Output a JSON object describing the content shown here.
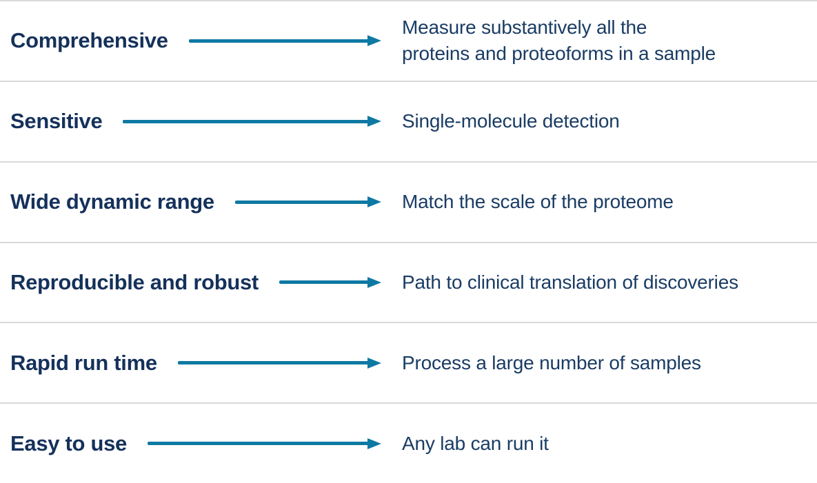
{
  "colors": {
    "label": "#15315B",
    "description": "#1A3C64",
    "arrow": "#0E79A3",
    "divider": "#D9D9D9",
    "background": "#FFFFFF"
  },
  "rows": [
    {
      "label": "Comprehensive",
      "lines": [
        "Measure substantively all the",
        "proteins and proteoforms in a sample"
      ]
    },
    {
      "label": "Sensitive",
      "lines": [
        "Single-molecule detection"
      ]
    },
    {
      "label": "Wide dynamic range",
      "lines": [
        "Match the scale of the proteome"
      ]
    },
    {
      "label": "Reproducible and robust",
      "lines": [
        "Path to clinical translation of discoveries"
      ]
    },
    {
      "label": "Rapid run time",
      "lines": [
        "Process a large number of samples"
      ]
    },
    {
      "label": "Easy to use",
      "lines": [
        "Any lab can run it"
      ]
    }
  ]
}
